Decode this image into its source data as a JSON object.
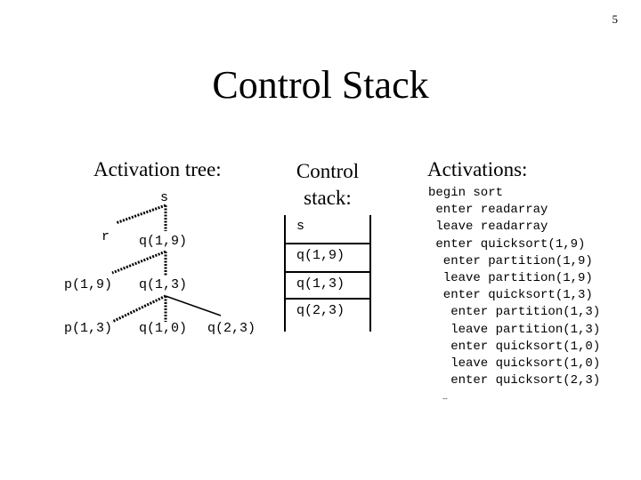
{
  "page_number": "5",
  "title": "Control Stack",
  "activation_tree": {
    "heading": "Activation tree:",
    "nodes": {
      "s": "s",
      "r": "r",
      "q19": "q(1,9)",
      "p19": "p(1,9)",
      "q13": "q(1,3)",
      "p13": "p(1,3)",
      "q10": "q(1,0)",
      "q23": "q(2,3)"
    }
  },
  "control_stack": {
    "heading": "Control stack:",
    "items": [
      "s",
      "q(1,9)",
      "q(1,3)",
      "q(2,3)"
    ]
  },
  "activations": {
    "heading": "Activations:",
    "lines": [
      "begin sort",
      " enter readarray",
      " leave readarray",
      " enter quicksort(1,9)",
      "  enter partition(1,9)",
      "  leave partition(1,9)",
      "  enter quicksort(1,3)",
      "   enter partition(1,3)",
      "   leave partition(1,3)",
      "   enter quicksort(1,0)",
      "   leave quicksort(1,0)",
      "   enter quicksort(2,3)",
      "   …"
    ]
  }
}
